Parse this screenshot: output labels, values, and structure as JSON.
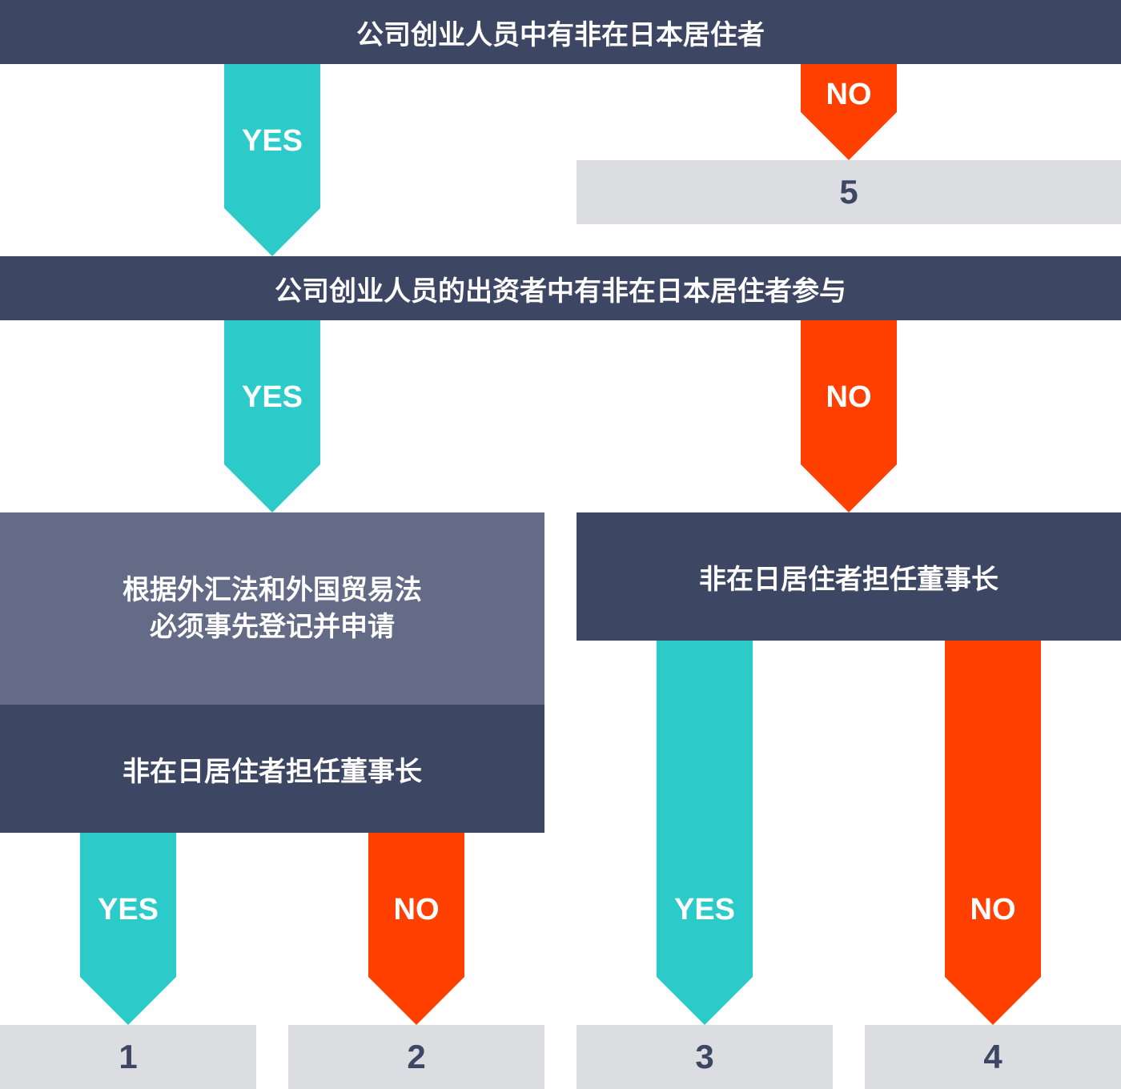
{
  "colors": {
    "yes": "#2ccbc9",
    "no": "#ff4000",
    "dark": "#3d4663",
    "mid": "#646b86",
    "result_bg": "#dcdde1"
  },
  "question1": "公司创业人员中有非在日本居住者",
  "question2": "公司创业人员的出资者中有非在日本居住者参与",
  "left_note": {
    "line1": "根据外汇法和外国贸易法",
    "line2": "必须事先登记并申请"
  },
  "question3_left": "非在日居住者担任董事长",
  "question3_right": "非在日居住者担任董事长",
  "labels": {
    "yes": "YES",
    "no": "NO"
  },
  "results": {
    "r1": "1",
    "r2": "2",
    "r3": "3",
    "r4": "4",
    "r5": "5"
  }
}
